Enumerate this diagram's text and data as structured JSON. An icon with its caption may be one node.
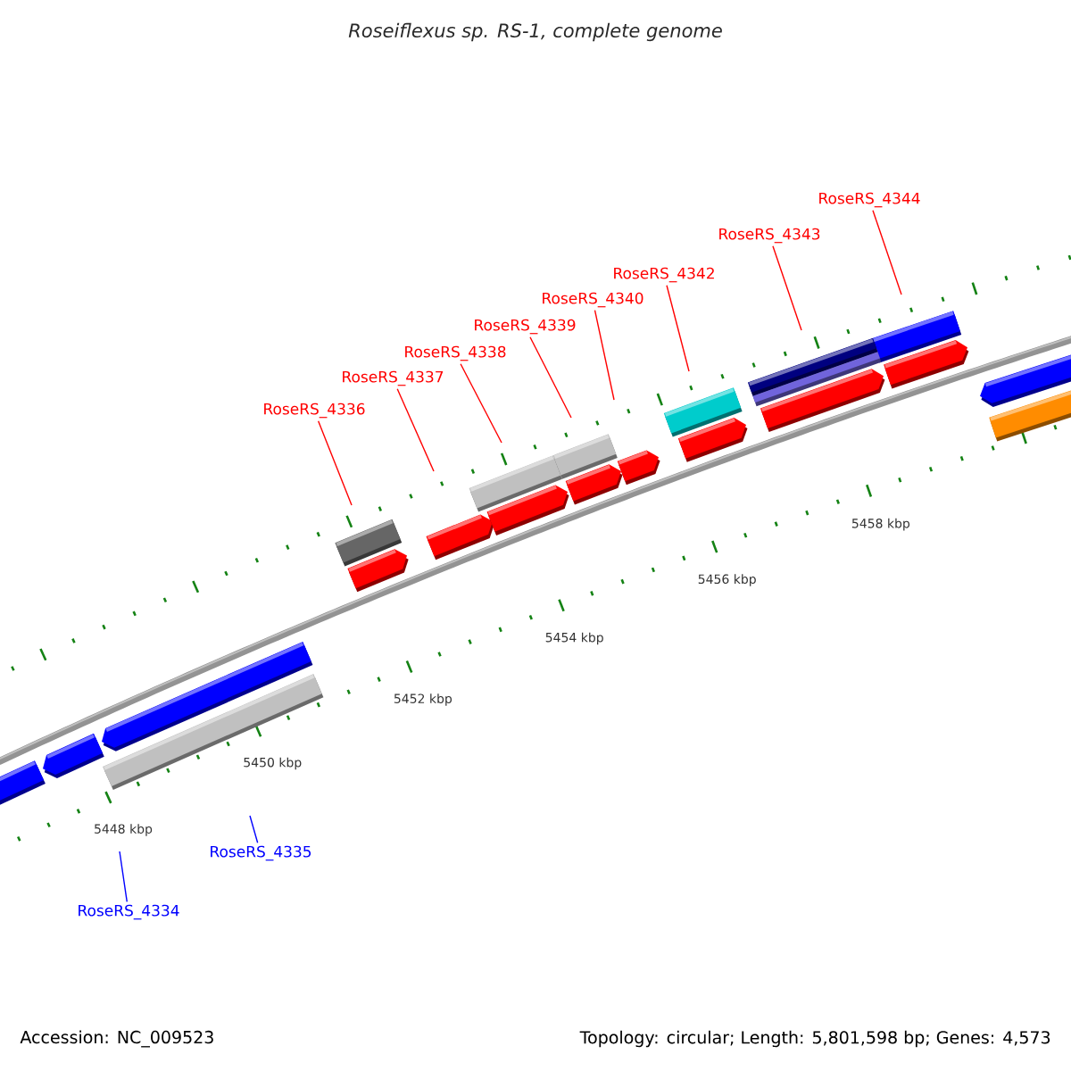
{
  "diagram": {
    "title": "Roseiflexus sp. RS-1, complete genome",
    "nodes": [
      {
        "text": [
          "RoseRS_4334"
        ]
      },
      {
        "text": [
          "RoseRS_4335"
        ]
      },
      {
        "text": [
          "RoseRS_4336"
        ]
      },
      {
        "text": [
          "RoseRS_4337"
        ]
      },
      {
        "text": [
          "RoseRS_4338"
        ]
      },
      {
        "text": [
          "RoseRS_4339"
        ]
      },
      {
        "text": [
          "RoseRS_4340"
        ]
      },
      {
        "text": [
          "RoseRS_4342"
        ]
      },
      {
        "text": [
          "RoseRS_4343"
        ]
      },
      {
        "text": [
          "RoseRS_4344"
        ]
      }
    ],
    "edges": [
      {
        "from": 0,
        "to": null,
        "arrow": "none",
        "color": "#0000ff"
      },
      {
        "from": 1,
        "to": null,
        "arrow": "none",
        "color": "#0000ff"
      },
      {
        "from": 2,
        "to": null,
        "arrow": "none"
      },
      {
        "from": 3,
        "to": null,
        "arrow": "none"
      },
      {
        "from": 4,
        "to": null,
        "arrow": "none"
      },
      {
        "from": 5,
        "to": null,
        "arrow": "none"
      },
      {
        "from": 6,
        "to": null,
        "arrow": "none"
      },
      {
        "from": 7,
        "to": null,
        "arrow": "none"
      },
      {
        "from": 8,
        "to": null,
        "arrow": "none"
      },
      {
        "from": 9,
        "to": null,
        "arrow": "none"
      }
    ],
    "labels": [
      "5458 kbp",
      "5456 kbp",
      "5454 kbp",
      "5452 kbp",
      "5450 kbp",
      "5448 kbp",
      "Accession: NC_009523",
      "Topology: circular; Length: 5,801,598 bp; Genes: 4,573"
    ]
  }
}
